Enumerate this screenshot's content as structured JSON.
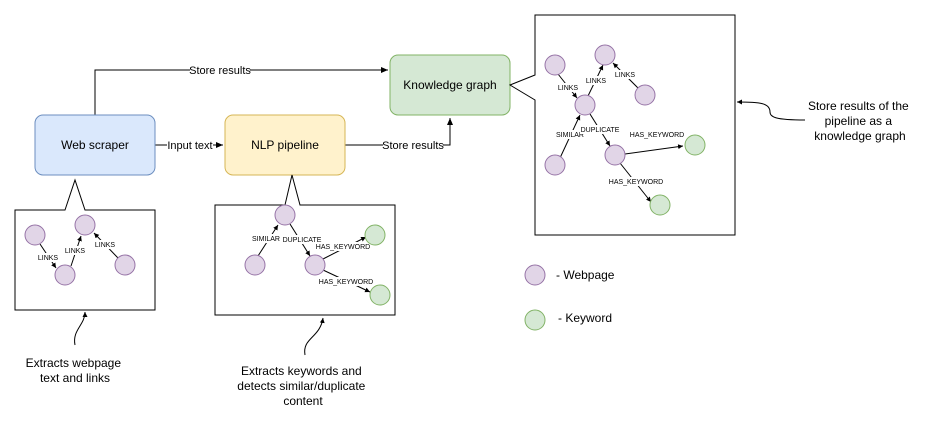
{
  "colors": {
    "webpage_fill": "#e1d5e7",
    "webpage_stroke": "#9673a6",
    "keyword_fill": "#d5e8d4",
    "keyword_stroke": "#82b366",
    "scraper_fill": "#dae8fc",
    "scraper_stroke": "#6c8ebf",
    "nlp_fill": "#fff2cc",
    "nlp_stroke": "#d6b656"
  },
  "nodes": {
    "web_scraper": "Web scraper",
    "nlp_pipeline": "NLP pipeline",
    "knowledge_graph": "Knowledge graph"
  },
  "edges": {
    "input_text": "Input text",
    "store_results_nlp": "Store results",
    "store_results_top": "Store results"
  },
  "callouts": {
    "scraper": {
      "links_1": "LINKS",
      "links_2": "LINKS",
      "links_3": "LINKS"
    },
    "nlp": {
      "similar": "SIMILAR",
      "duplicate": "DUPLICATE",
      "has_keyword_1": "HAS_KEYWORD",
      "has_keyword_2": "HAS_KEYWORD"
    },
    "kg": {
      "links_1": "LINKS",
      "links_2": "LINKS",
      "links_3": "LINKS",
      "similar": "SIMILAR",
      "duplicate": "DUPLICATE",
      "has_keyword_1": "HAS_KEYWORD",
      "has_keyword_2": "HAS_KEYWORD"
    }
  },
  "notes": {
    "scraper": [
      "Extracts webpage",
      "text and links"
    ],
    "nlp": [
      "Extracts keywords and",
      "detects similar/duplicate",
      "content"
    ],
    "kg": [
      "Store results of the",
      "pipeline as a",
      "knowledge graph"
    ]
  },
  "legend": {
    "webpage": "- Webpage",
    "keyword": "- Keyword"
  }
}
